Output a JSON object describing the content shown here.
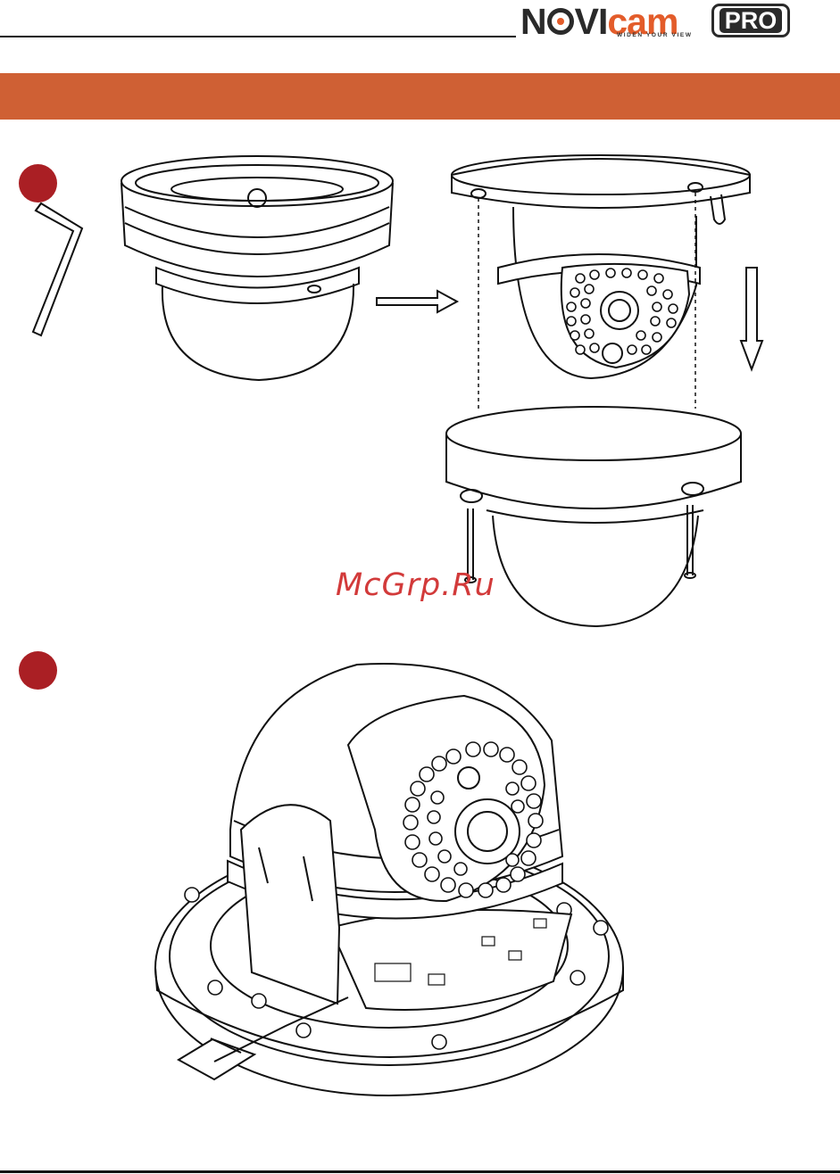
{
  "brand": {
    "name_part1": "N",
    "name_part2": "VI",
    "name_part3": "cam",
    "badge": "PRO",
    "tagline": "WIDEN YOUR VIEW",
    "accent_color": "#e35c2a",
    "dark_color": "#2a2a2a"
  },
  "banner": {
    "color": "#cf6034"
  },
  "steps": {
    "marker_color": "#aa1f24"
  },
  "watermark": {
    "text": "McGrp.Ru"
  },
  "icons": [
    "hex-key-icon",
    "right-arrow-icon",
    "down-arrow-icon"
  ]
}
